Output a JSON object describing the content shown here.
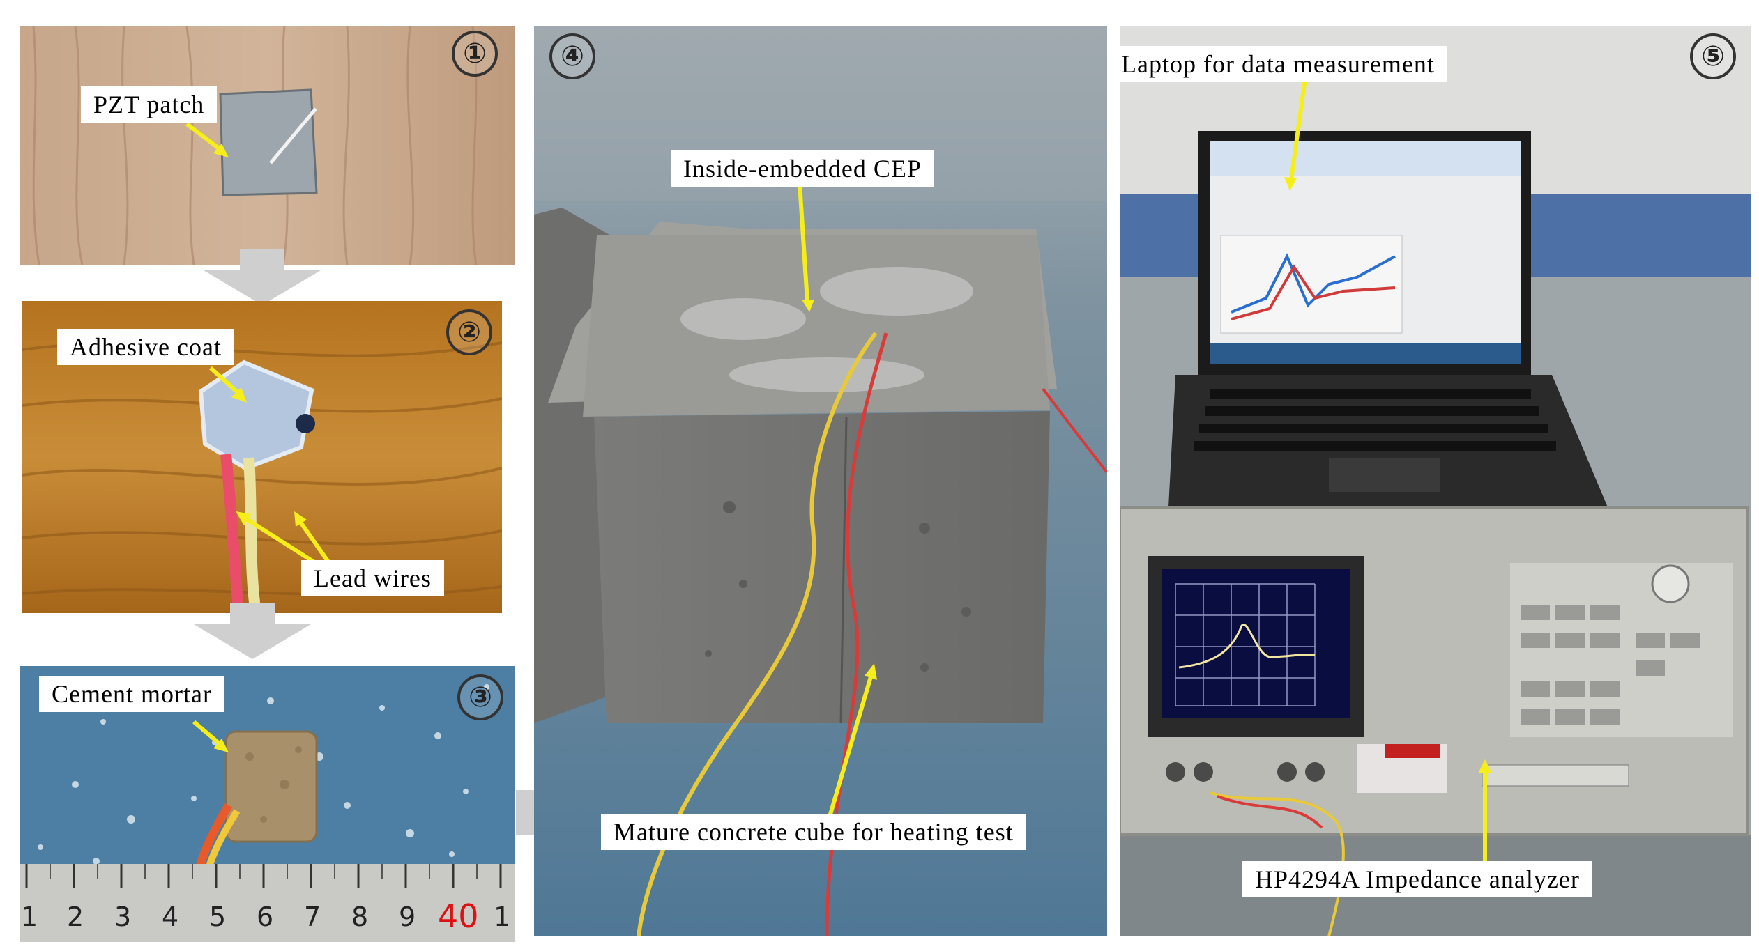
{
  "panels": {
    "p1": {
      "number": "①",
      "callouts": {
        "pzt_patch": "PZT patch"
      }
    },
    "p2": {
      "number": "②",
      "callouts": {
        "adhesive_coat": "Adhesive coat",
        "lead_wires": "Lead wires"
      }
    },
    "p3": {
      "number": "③",
      "callouts": {
        "cement_mortar": "Cement mortar"
      },
      "ruler_labels": [
        "1",
        "2",
        "3",
        "4",
        "5",
        "6",
        "7",
        "8",
        "9",
        "40",
        "1"
      ]
    },
    "p4": {
      "number": "④",
      "callouts": {
        "inside_embedded_cep": "Inside-embedded CEP",
        "mature_concrete_cube": "Mature concrete cube for heating test"
      }
    },
    "p5": {
      "number": "⑤",
      "callouts": {
        "laptop": "Laptop for data measurement",
        "impedance_analyzer": "HP4294A Impedance analyzer"
      }
    }
  },
  "colors": {
    "callout_arrow": "#f5ee1a",
    "flow_arrow": "#cfcfcf",
    "wood_light": "#c9a98c",
    "wood_orange": "#b87a2a",
    "floor_blue": "#5f86a0",
    "concrete": "#7d7d7b",
    "wire_red": "#d63a3a",
    "wire_yellow": "#e6c93a"
  }
}
